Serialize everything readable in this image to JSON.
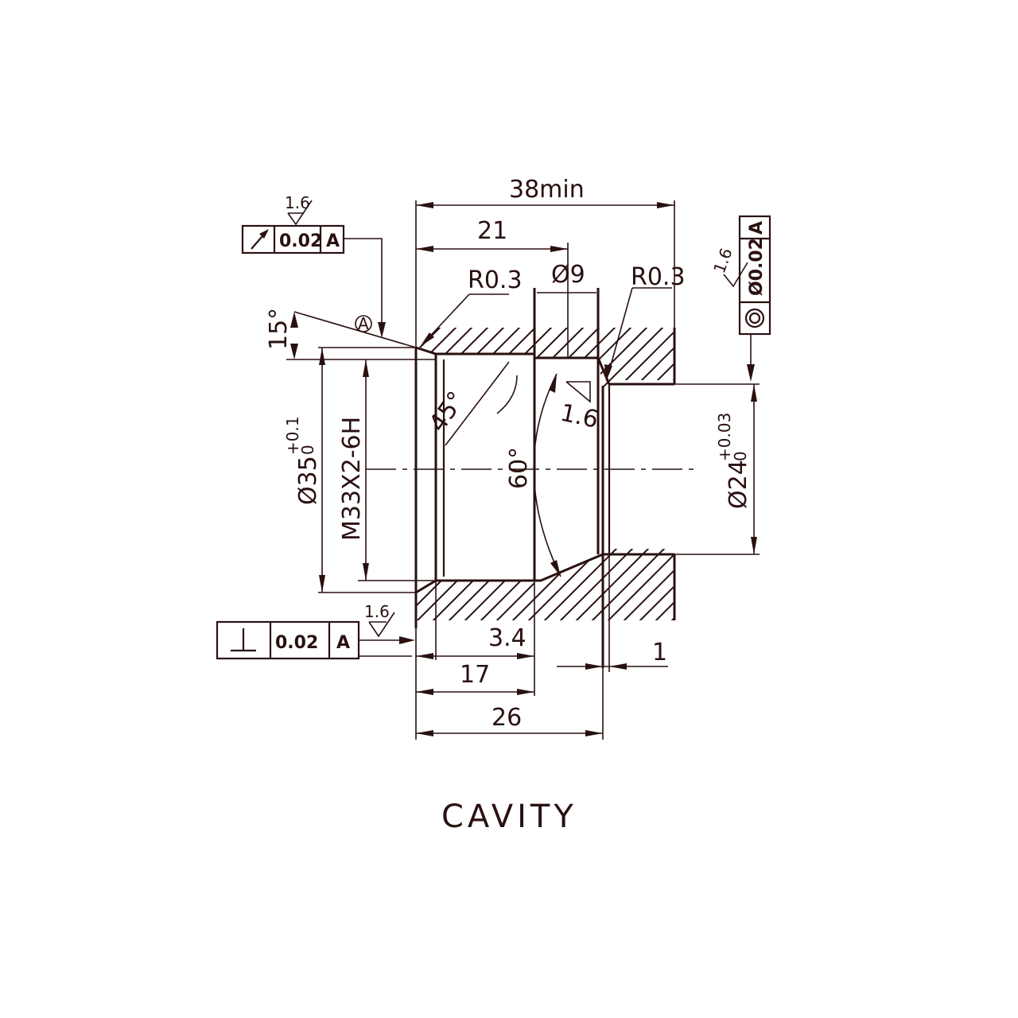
{
  "title": "CAVITY",
  "dimensions": {
    "overall_depth": "38min",
    "port_depth": "21",
    "pilot_dia": "Ø9",
    "radius_left": "R0.3",
    "radius_right": "R0.3",
    "chamfer_angle": "15°",
    "thread_chamfer": "45°",
    "cone_angle": "60°",
    "bore_dia": "Ø35",
    "bore_tol_upper": "+0.1",
    "bore_tol_lower": "0",
    "thread": "M33X2-6H",
    "port_dia": "Ø24",
    "port_tol_upper": "+0.03",
    "port_tol_lower": "0",
    "step_3_4": "3.4",
    "depth_17": "17",
    "depth_26": "26",
    "depth_1": "1",
    "roughness": "1.6"
  },
  "datum": "A",
  "fcf_runout": {
    "symbol": "runout",
    "tolerance": "0.02",
    "datum": "A"
  },
  "fcf_concentric": {
    "symbol": "concentricity",
    "tolerance": "Ø0.02",
    "datum": "A"
  },
  "fcf_perpendicular": {
    "symbol": "perpendicularity",
    "tolerance": "0.02",
    "datum": "A"
  }
}
